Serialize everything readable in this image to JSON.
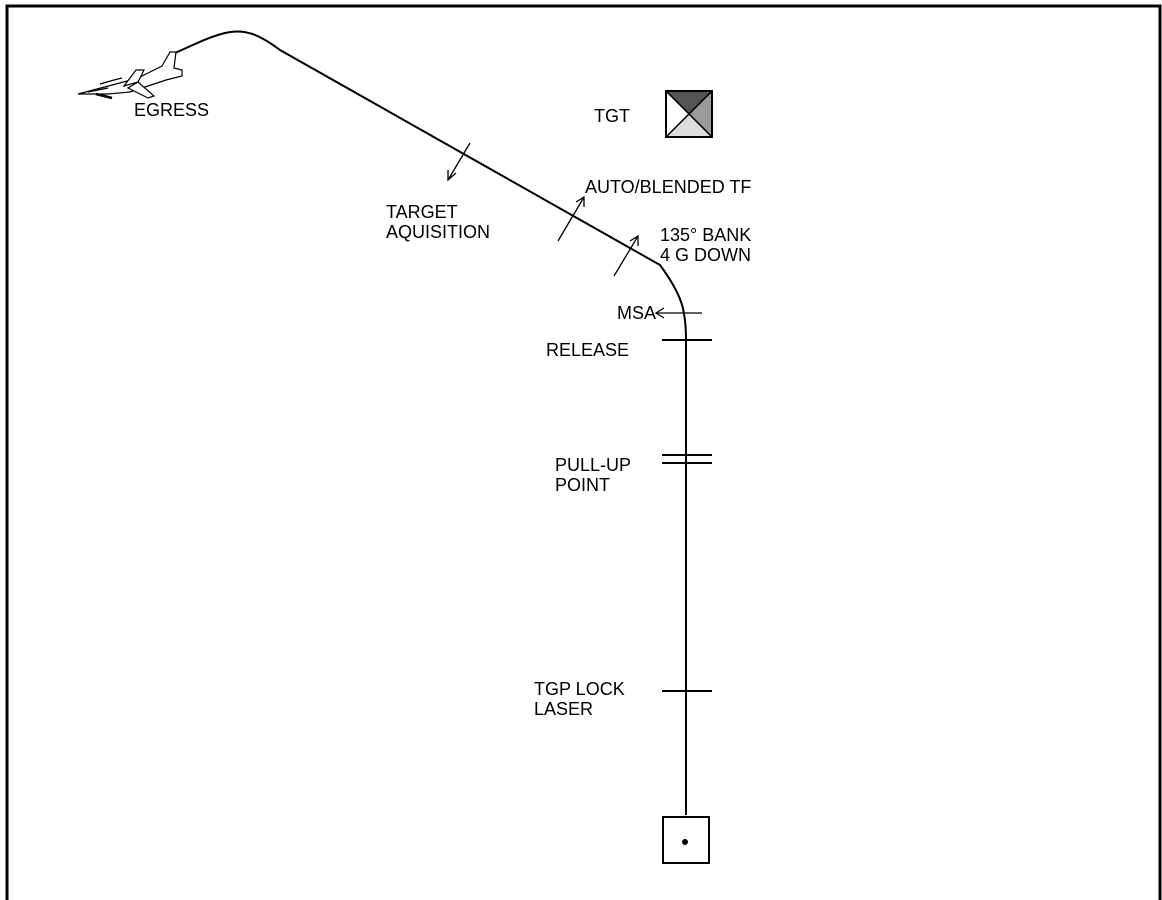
{
  "labels": {
    "egress": "EGRESS",
    "tgt": "TGT",
    "auto_blended_tf": "AUTO/BLENDED TF",
    "target_line1": "TARGET",
    "target_line2": "AQUISITION",
    "bank_line1": "135° BANK",
    "bank_line2": "4 G DOWN",
    "msa": "MSA",
    "release": "RELEASE",
    "pullup_line1": "PULL-UP",
    "pullup_line2": "POINT",
    "tgp_line1": "TGP LOCK",
    "tgp_line2": "LASER"
  },
  "colors": {
    "line": "#000000",
    "tgt_dark": "#555555",
    "tgt_mid": "#9a9a9a",
    "tgt_light": "#dcdcdc"
  },
  "icons": {
    "aircraft": "fighter-jet-icon",
    "target": "target-marker-icon",
    "ip": "initial-point-icon"
  }
}
